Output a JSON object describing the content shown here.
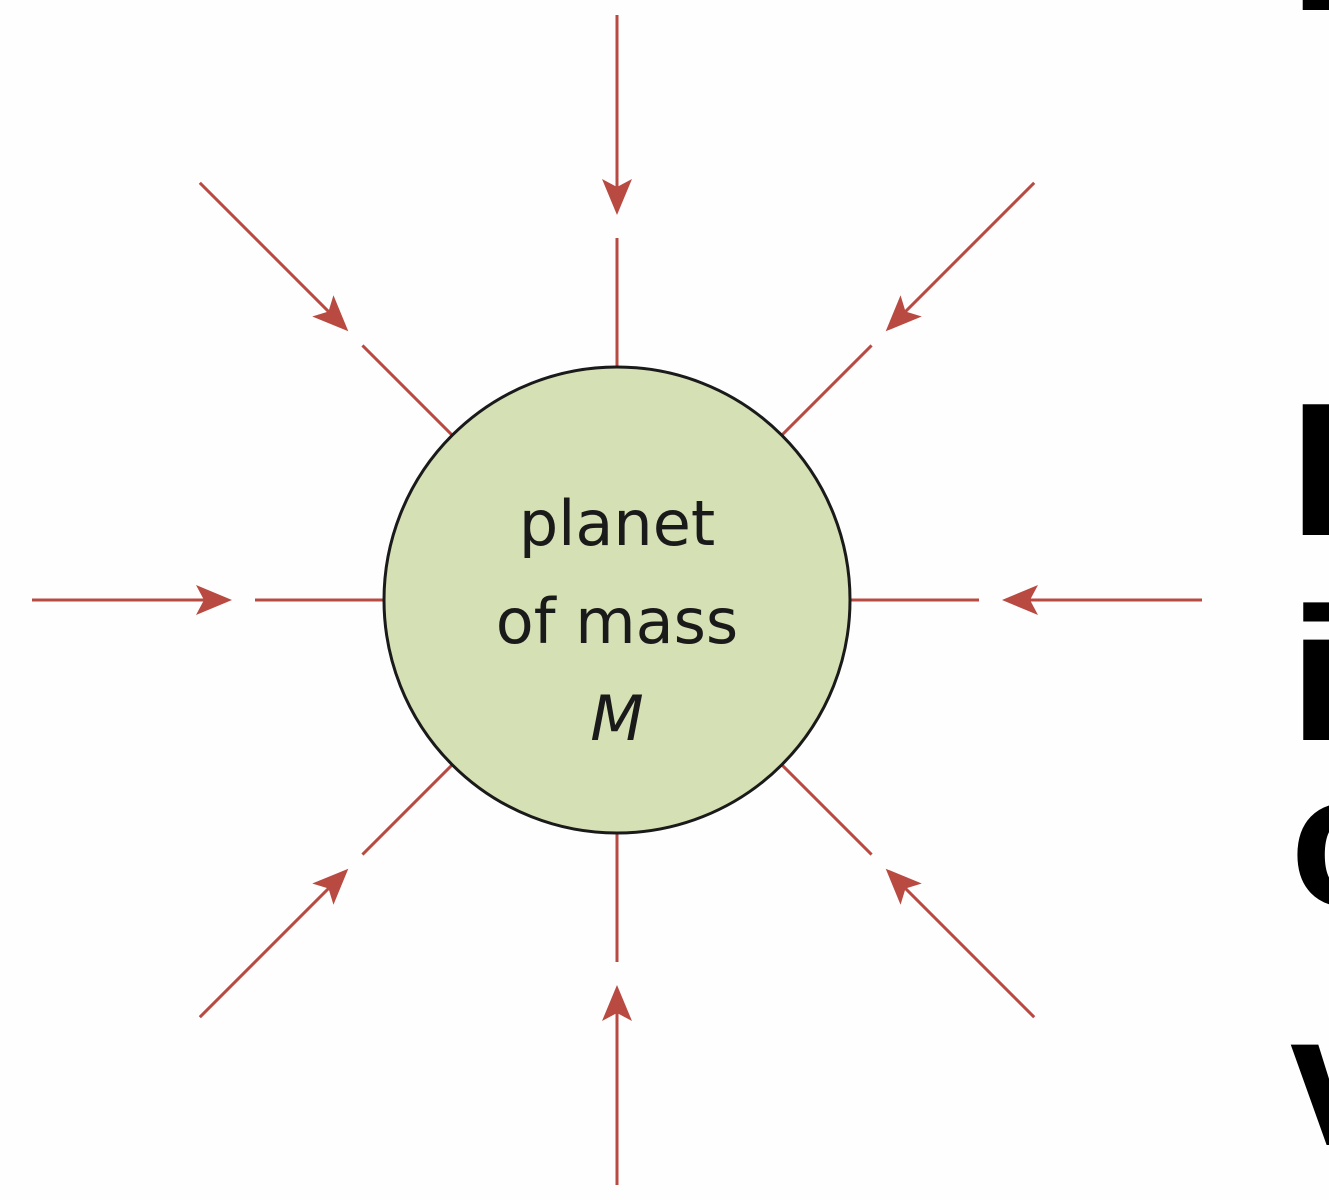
{
  "diagram": {
    "planet_label_line1": "planet",
    "planet_label_line2": "of mass",
    "planet_label_symbol": "M",
    "colors": {
      "arrow": "#b84a42",
      "planet_fill": "#d5e0b5",
      "planet_outline": "#1a1a1a"
    }
  },
  "cropped_text_fragments": [
    "I",
    "I",
    "i",
    "o",
    "v"
  ]
}
